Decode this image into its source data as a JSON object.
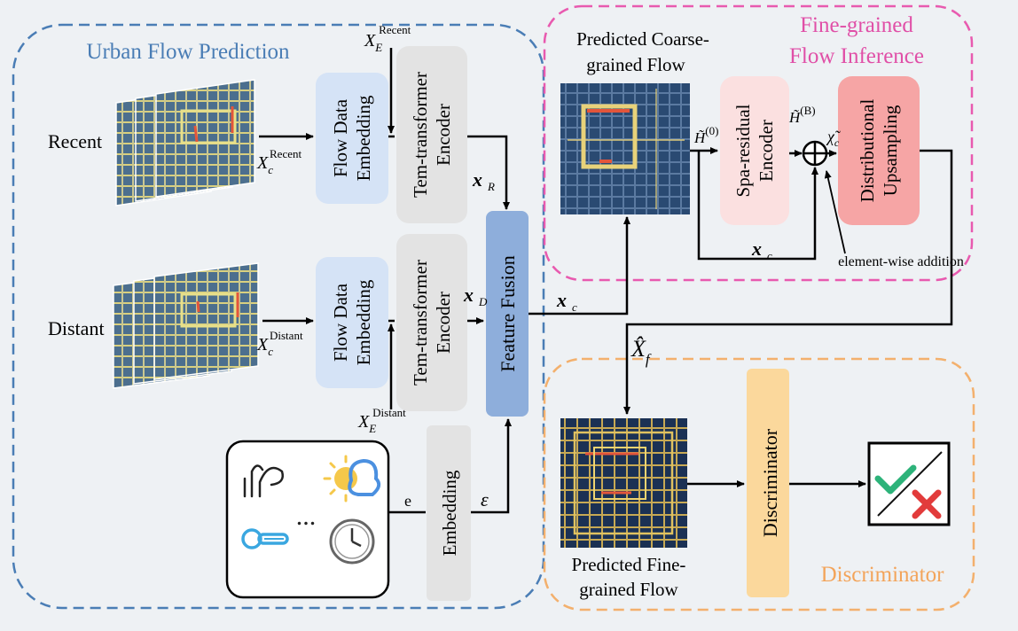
{
  "sections": {
    "urban": {
      "title": "Urban Flow Prediction",
      "color": "#4a7db5"
    },
    "fine": {
      "title_line1": "Fine-grained",
      "title_line2": "Flow Inference",
      "color": "#e04fa7"
    },
    "disc": {
      "title": "Discriminator",
      "color": "#f3a45a"
    }
  },
  "inputs": {
    "recent": "Recent",
    "distant": "Distant"
  },
  "blocks": {
    "embed1": {
      "line1": "Flow Data",
      "line2": "Embedding"
    },
    "embed2": {
      "line1": "Flow Data",
      "line2": "Embedding"
    },
    "enc1": {
      "line1": "Tem-transformer",
      "line2": "Encoder"
    },
    "enc2": {
      "line1": "Tem-transformer",
      "line2": "Encoder"
    },
    "fusion": "Feature Fusion",
    "embedding": "Embedding",
    "spa": {
      "line1": "Spa-residual",
      "line2": "Encoder"
    },
    "upsample": {
      "line1": "Distributional",
      "line2": "Upsampling"
    },
    "discriminator": "Discriminator"
  },
  "labels": {
    "coarse_line1": "Predicted Coarse-",
    "coarse_line2": "grained Flow",
    "fine_line1": "Predicted Fine-",
    "fine_line2": "grained Flow",
    "elementwise": "element-wise addition",
    "e": "e"
  },
  "math": {
    "X": "X",
    "sub_c": "c",
    "sub_E": "E",
    "sup_recent": "Recent",
    "sup_distant": "Distant",
    "x": "x",
    "sub_R": "R",
    "sub_D": "D",
    "eps": "ε",
    "H": "H̃",
    "sup_0": "(0)",
    "sup_B": "(B)",
    "chi": "χ̃",
    "Xhat": "X̂",
    "sub_f": "f"
  },
  "colors": {
    "embed_fill": "#d5e3f6",
    "encoder_fill": "#e3e3e3",
    "fusion_fill": "#8eaedb",
    "spa_fill": "#fbe0e0",
    "upsample_fill": "#f6a5a5",
    "disc_fill": "#fbd89c",
    "map_dark": "#1f3a63",
    "map_line": "#e8d27a",
    "map_hot": "#e3553b"
  },
  "icons": [
    "wind-icon",
    "weather-sun-cloud-icon",
    "thermometer-icon",
    "clock-icon",
    "check-cross-icon"
  ]
}
